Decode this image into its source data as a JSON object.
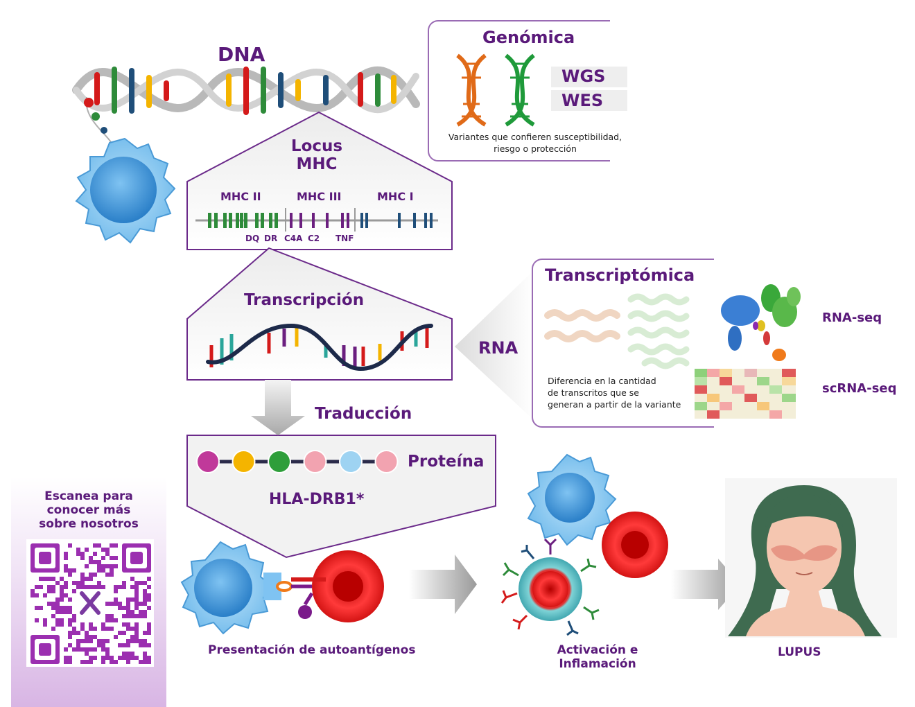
{
  "dna": {
    "title": "DNA"
  },
  "genomica": {
    "title": "Genómica",
    "tags": [
      "WGS",
      "WES"
    ],
    "description": [
      "Variantes que confieren susceptibilidad,",
      "riesgo o protección"
    ]
  },
  "locus": {
    "title_lines": [
      "Locus",
      "MHC"
    ],
    "regions": [
      "MHC II",
      "MHC III",
      "MHC I"
    ],
    "genes": [
      "DQ",
      "DR",
      "C4A",
      "C2",
      "TNF"
    ]
  },
  "transcription": {
    "title": "Transcripción"
  },
  "rna": {
    "label": "RNA"
  },
  "transcriptomica": {
    "title": "Transcriptómica",
    "methods": [
      "RNA-seq",
      "scRNA-seq"
    ],
    "description": [
      "Diferencia en la cantidad",
      "de transcritos que se",
      "generan a partir de la variante"
    ]
  },
  "translation": {
    "title": "Traducción"
  },
  "protein": {
    "label": "Proteína",
    "gene": "HLA-DRB1*",
    "beads": [
      "#c0399a",
      "#f4b400",
      "#2e9e3a",
      "#f2a3b0",
      "#9ed3f2",
      "#f2a3b0"
    ]
  },
  "qr": {
    "heading_lines": [
      "Escanea para",
      "conocer más",
      "sobre nosotros"
    ]
  },
  "stages": {
    "presentation": "Presentación de autoantígenos",
    "activation_lines": [
      "Activación e",
      "Inflamación"
    ],
    "outcome": "LUPUS"
  },
  "colors": {
    "purple": "#5a1a7a",
    "border": "#9a6bb4",
    "mhc2": "#2e8b3a",
    "mhc3": "#6b1f7f",
    "mhc1": "#1f4e79",
    "cell_blue": "#3b8fd6",
    "rbc_red": "#d41a1a"
  }
}
